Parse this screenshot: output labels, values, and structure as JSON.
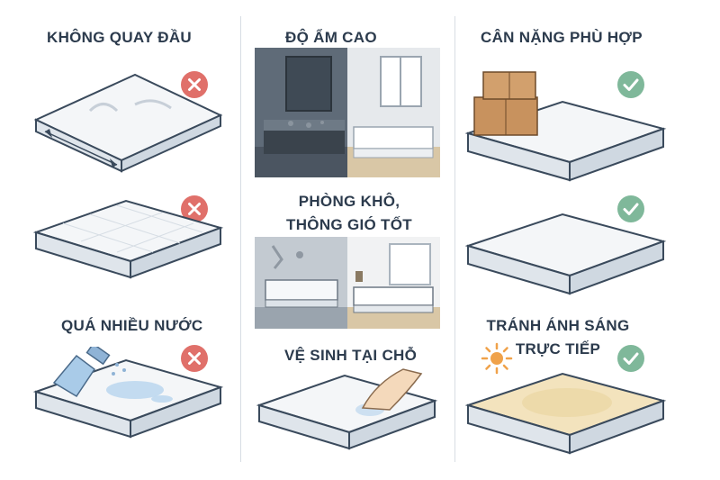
{
  "columns": [
    {
      "items": [
        {
          "label": "KHÔNG QUAY ĐẦU",
          "status": "bad"
        },
        {
          "label": "",
          "status": "bad"
        },
        {
          "label": "QUÁ NHIỀU NƯỚC",
          "status": "bad"
        }
      ]
    },
    {
      "items": [
        {
          "label": "ĐỘ ẨM CAO"
        },
        {
          "label_line1": "PHÒNG KHÔ,",
          "label_line2": "THÔNG GIÓ TỐT"
        },
        {
          "label": "VỆ SINH TẠI CHỖ"
        }
      ]
    },
    {
      "items": [
        {
          "label": "CÂN NẶNG PHÙ HỢP",
          "status": "good"
        },
        {
          "label": "",
          "status": "good"
        },
        {
          "label_line1": "TRÁNH ÁNH SÁNG",
          "label_line2": "TRỰC TIẾP",
          "status": "good"
        }
      ]
    }
  ],
  "colors": {
    "bad_badge": "#e0706a",
    "good_badge": "#7fb89a",
    "text": "#2c3b4d",
    "mattress_top": "#f4f6f8",
    "mattress_edge": "#c9d2db"
  }
}
